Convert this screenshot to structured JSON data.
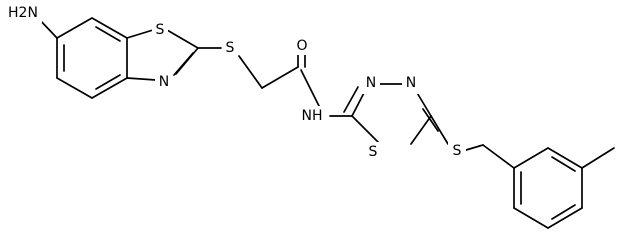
{
  "molecule": {
    "atoms": {
      "amine_n": "H2N",
      "s_benzothiazole_ring": "S",
      "n_benzothiazole_ring": "N",
      "s_thioether_1": "S",
      "o_carbonyl": "O",
      "nh_amide": "NH",
      "n_thiadiazole_1": "N",
      "n_thiadiazole_2": "N",
      "s_thiadiazole_ring": "S",
      "s_thioether_2": "S"
    }
  },
  "colors": {
    "bond": "#000000",
    "label": "#000000",
    "background": "#ffffff"
  }
}
